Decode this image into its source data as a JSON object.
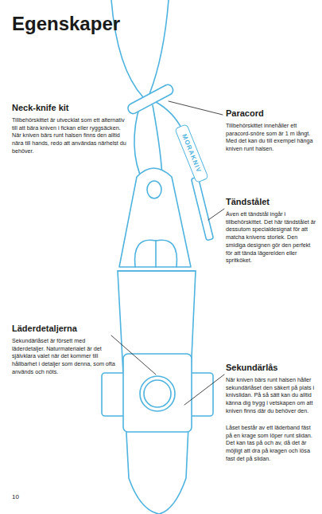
{
  "diagram": {
    "title": "Egenskaper",
    "nodes": [
      {
        "text": [
          "MORAKNIV"
        ]
      }
    ],
    "labels": [
      "Neck-knife kit",
      "Tillbehörskittet är utvecklat som ett alternativ till att bära kniven i fickan eller ryggsäcken. När kniven bärs runt halsen finns den alltid nära till hands, redo att användas närhelst du behöver.",
      "Paracord",
      "Tillbehörskittet innehåller ett paracord-snöre som är 1 m långt. Med det kan du till exempel hänga kniven runt halsen.",
      "Tändstålet",
      "Även ett tändstål ingår i tillbehörskittet. Det här tändstålet är dessutom specialdesignat för att matcha knivens storlek. Den smidiga designen gör den perfekt för att tända lägerelden eller spritköket.",
      "Läderdetaljerna",
      "Sekundärlåset är försett med läderdetaljer. Naturmaterialet är det självklara valet när det kommer till hållbarhet i detaljer som denna, som ofta används och nöts.",
      "Sekundärlås",
      "När kniven bärs runt halsen håller sekundärlåset den säkert på plats i knivslidan. På så sätt kan du alltid känna dig trygg i vetskapen om att kniven finns där du behöver den.",
      "Låset består av ett läderband fäst på en krage som löper runt slidan. Det kan tas på och av, då det är möjligt att dra på kragen och lösa fast det på slidan.",
      "10"
    ]
  }
}
